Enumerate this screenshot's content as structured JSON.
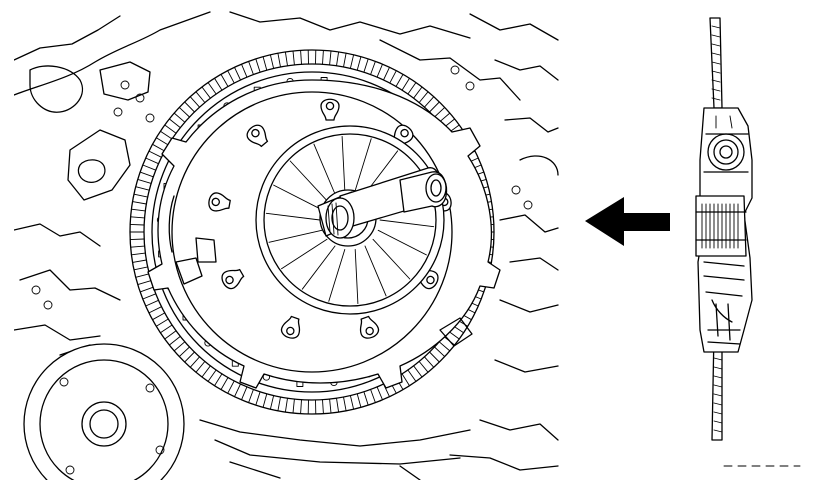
{
  "figure": {
    "left_panel": "clutch-cover-and-disc-with-alignment-tool-installed",
    "right_panel": "clutch-disc-side-profile",
    "arrow": "direction-of-installation",
    "arrow_color": "#000000",
    "line_color": "#000000",
    "background_color": "#ffffff"
  }
}
